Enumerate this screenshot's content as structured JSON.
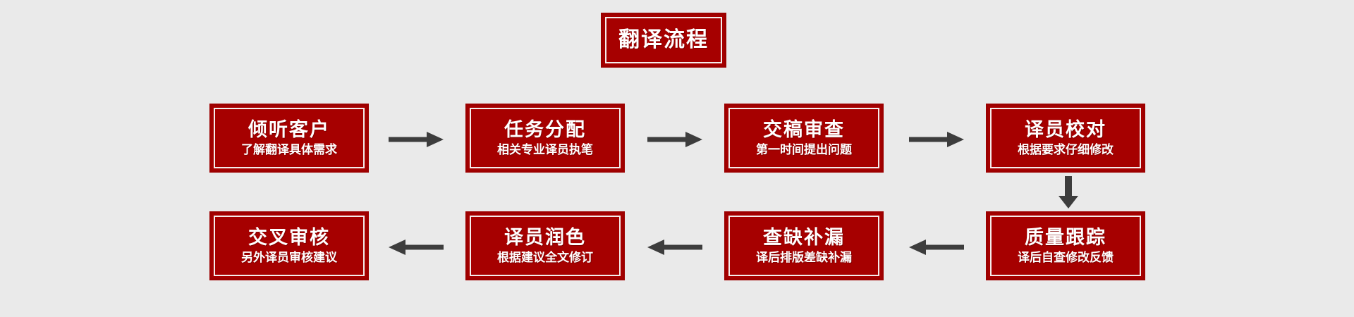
{
  "diagram": {
    "title": "翻译流程",
    "background_color": "#eaeaea",
    "box_fill_color": "#a60000",
    "box_border_color": "#9c0000",
    "box_inner_line_color": "#f4eceb",
    "text_color": "#ffffff",
    "arrow_color": "#3d3d3d",
    "steps": [
      {
        "step": 1,
        "title": "倾听客户",
        "subtitle": "了解翻译具体需求"
      },
      {
        "step": 2,
        "title": "任务分配",
        "subtitle": "相关专业译员执笔"
      },
      {
        "step": 3,
        "title": "交稿审查",
        "subtitle": "第一时间提出问题"
      },
      {
        "step": 4,
        "title": "译员校对",
        "subtitle": "根据要求仔细修改"
      },
      {
        "step": 5,
        "title": "质量跟踪",
        "subtitle": "译后自查修改反馈"
      },
      {
        "step": 6,
        "title": "查缺补漏",
        "subtitle": "译后排版差缺补漏"
      },
      {
        "step": 7,
        "title": "译员润色",
        "subtitle": "根据建议全文修订"
      },
      {
        "step": 8,
        "title": "交叉审核",
        "subtitle": "另外译员审核建议"
      }
    ],
    "connectors": [
      {
        "name": "arrow-step1-step2",
        "direction": "right"
      },
      {
        "name": "arrow-step2-step3",
        "direction": "right"
      },
      {
        "name": "arrow-step3-step4",
        "direction": "right"
      },
      {
        "name": "arrow-step4-step5",
        "direction": "down"
      },
      {
        "name": "arrow-step5-step6",
        "direction": "left"
      },
      {
        "name": "arrow-step6-step7",
        "direction": "left"
      },
      {
        "name": "arrow-step7-step8",
        "direction": "left"
      }
    ]
  }
}
